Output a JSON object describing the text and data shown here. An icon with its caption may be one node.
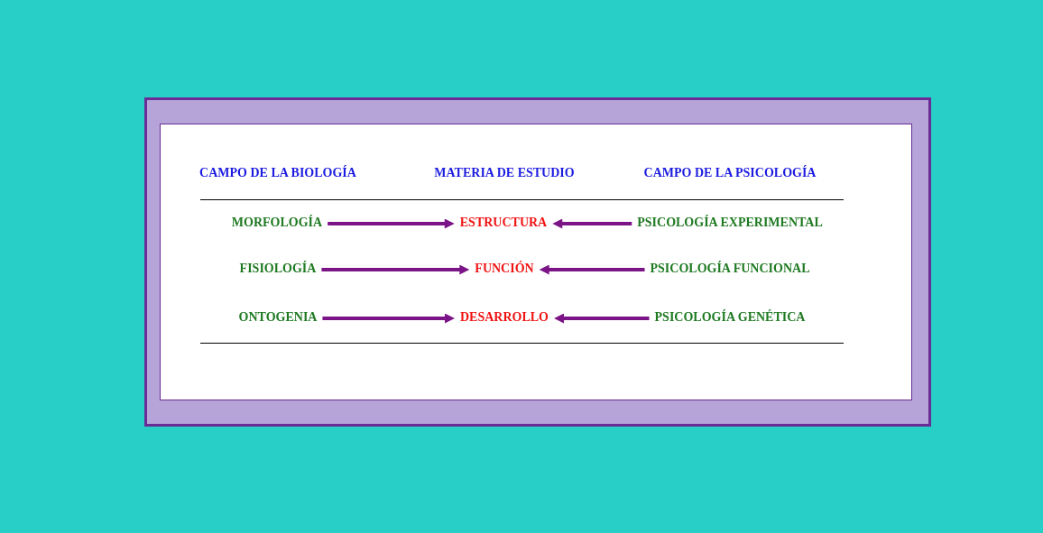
{
  "diagram": {
    "nodes": [
      {
        "text": [
          "MORFOLOGÍA"
        ]
      },
      {
        "text": [
          "ESTRUCTURA"
        ]
      },
      {
        "text": [
          "PSICOLOGÍA EXPERIMENTAL"
        ]
      },
      {
        "text": [
          "FISIOLOGÍA"
        ]
      },
      {
        "text": [
          "FUNCIÓN"
        ]
      },
      {
        "text": [
          "PSICOLOGÍA FUNCIONAL"
        ]
      },
      {
        "text": [
          "ONTOGENIA"
        ]
      },
      {
        "text": [
          "DESARROLLO"
        ]
      },
      {
        "text": [
          "PSICOLOGÍA GENÉTICA"
        ]
      }
    ],
    "edges": [
      {
        "from": 0,
        "to": 1,
        "arrow": "to"
      },
      {
        "from": 2,
        "to": 1,
        "arrow": "to"
      },
      {
        "from": 3,
        "to": 4,
        "arrow": "to"
      },
      {
        "from": 5,
        "to": 4,
        "arrow": "to"
      },
      {
        "from": 6,
        "to": 7,
        "arrow": "to"
      },
      {
        "from": 8,
        "to": 7,
        "arrow": "to"
      }
    ],
    "labels": [
      "CAMPO DE LA BIOLOGÍA",
      "MATERIA DE ESTUDIO",
      "CAMPO DE LA PSICOLOGÍA"
    ]
  }
}
